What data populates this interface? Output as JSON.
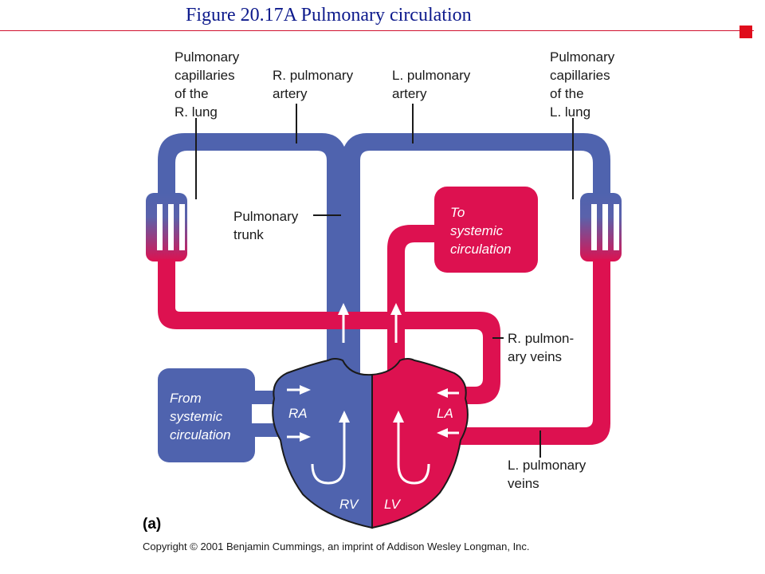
{
  "title": "Figure 20.17A  Pulmonary circulation",
  "colors": {
    "deoxygenated": "#4f63ae",
    "oxygenated": "#dd1150",
    "title_text": "#0d1a8c",
    "accent": "#e00d1c"
  },
  "labels": {
    "pulm_cap_r": [
      "Pulmonary",
      "capillaries",
      "of the",
      "R. lung"
    ],
    "r_pulm_artery": [
      "R. pulmonary",
      "artery"
    ],
    "l_pulm_artery": [
      "L. pulmonary",
      "artery"
    ],
    "pulm_cap_l": [
      "Pulmonary",
      "capillaries",
      "of the",
      "L. lung"
    ],
    "pulm_trunk": [
      "Pulmonary",
      "trunk"
    ],
    "to_systemic": [
      "To",
      "systemic",
      "circulation"
    ],
    "r_pulm_veins": [
      "R. pulmon-",
      "ary veins"
    ],
    "from_systemic": [
      "From",
      "systemic",
      "circulation"
    ],
    "ra": "RA",
    "la": "LA",
    "rv": "RV",
    "lv": "LV",
    "l_pulm_veins": [
      "L. pulmonary",
      "veins"
    ],
    "panel_letter": "(a)",
    "copyright": "Copyright © 2001 Benjamin Cummings, an imprint of Addison Wesley Longman, Inc."
  }
}
